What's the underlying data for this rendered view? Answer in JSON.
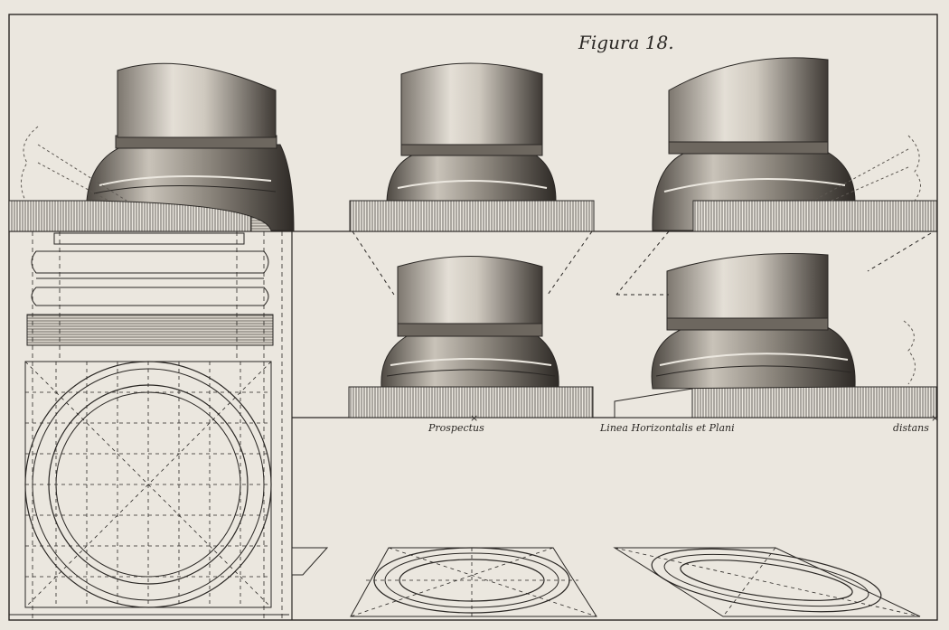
{
  "title": "Figura 18.",
  "labels": {
    "prospectus": "Prospectus",
    "horizon_line": "Linea Horizontalis et Plani",
    "distans": "distans"
  },
  "colors": {
    "paper": "#ebe7df",
    "ink": "#2a2724",
    "shadow": "#5e5953"
  }
}
